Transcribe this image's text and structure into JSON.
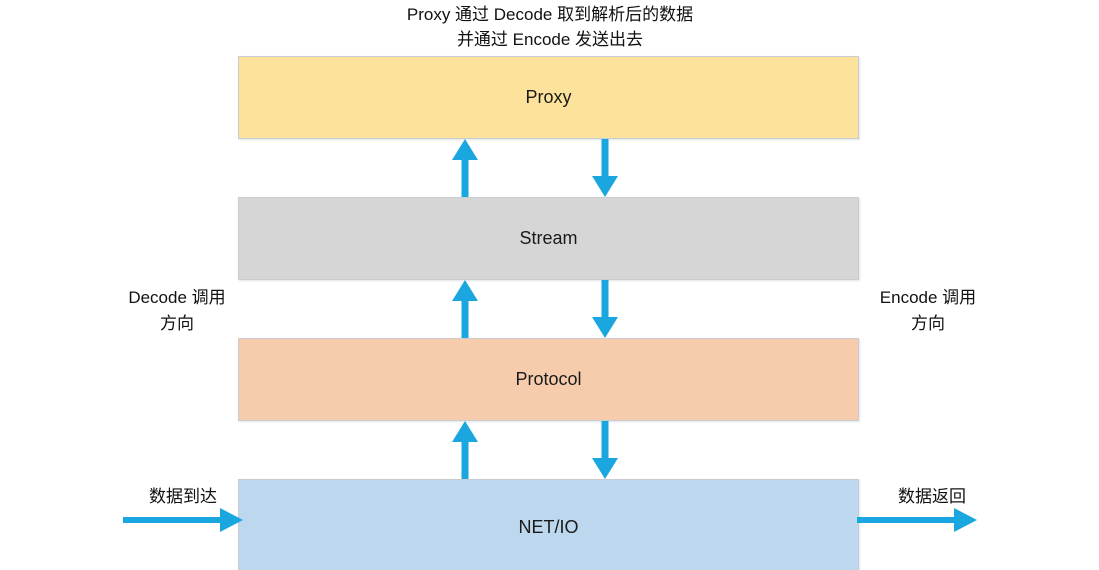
{
  "diagram": {
    "title": {
      "line1": "Proxy 通过 Decode 取到解析后的数据",
      "line2": "并通过 Encode 发送出去"
    },
    "layers": [
      {
        "id": "proxy",
        "label": "Proxy",
        "color": "#fce29a"
      },
      {
        "id": "stream",
        "label": "Stream",
        "color": "#d6d6d6"
      },
      {
        "id": "protocol",
        "label": "Protocol",
        "color": "#f6ccad"
      },
      {
        "id": "netio",
        "label": "NET/IO",
        "color": "#bdd7ee"
      }
    ],
    "side_labels": {
      "decode": {
        "line1": "Decode 调用",
        "line2": "方向"
      },
      "encode": {
        "line1": "Encode 调用",
        "line2": "方向"
      }
    },
    "edge_labels": {
      "data_in": "数据到达",
      "data_out": "数据返回"
    },
    "arrow_color": "#1aa7e0",
    "border_color": "#c9ccd1"
  }
}
